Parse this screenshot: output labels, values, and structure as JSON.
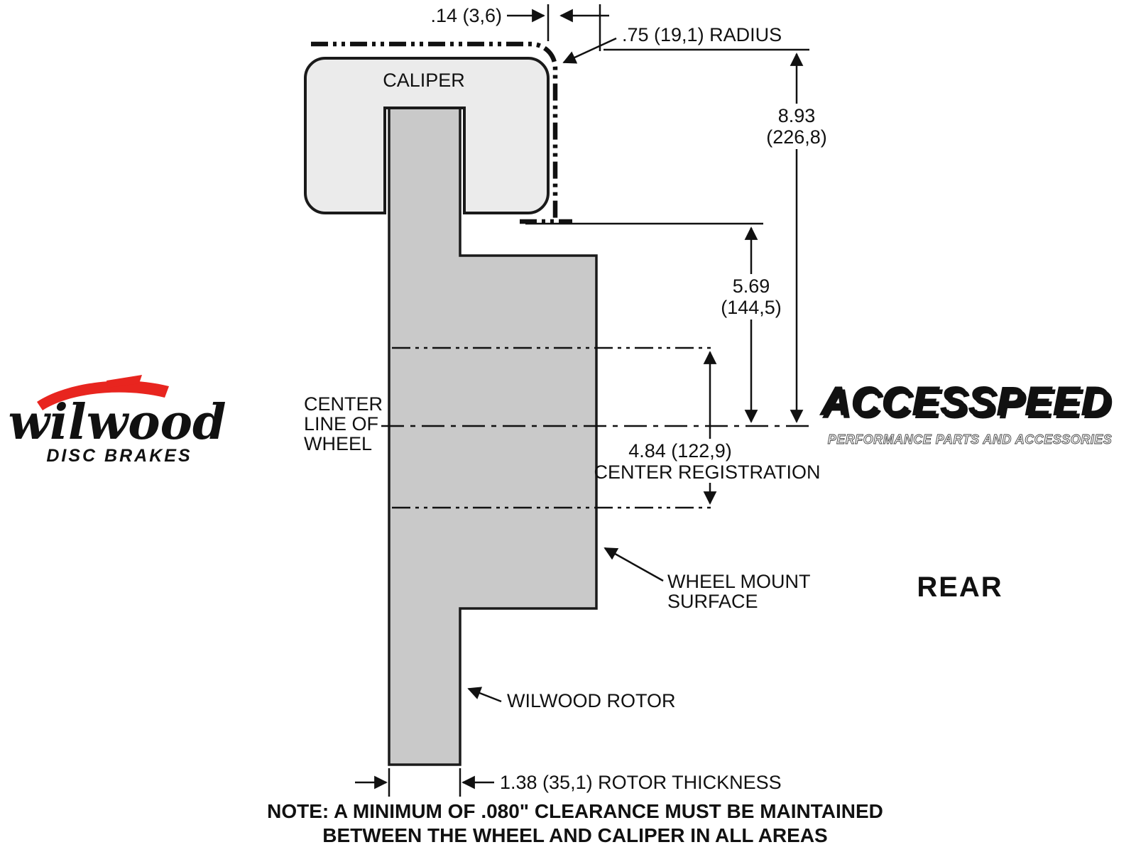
{
  "diagram": {
    "caliper_label": "CALIPER",
    "dim_top_gap": ".14 (3,6)",
    "dim_radius": ".75 (19,1) RADIUS",
    "dim_overall_in": "8.93",
    "dim_overall_mm": "(226,8)",
    "dim_mount_in": "5.69",
    "dim_mount_mm": "(144,5)",
    "dim_registration": "4.84 (122,9)",
    "dim_registration_label": "CENTER REGISTRATION",
    "centerline_line1": "CENTER",
    "centerline_line2": "LINE OF",
    "centerline_line3": "WHEEL",
    "wheel_mount_line1": "WHEEL MOUNT",
    "wheel_mount_line2": "SURFACE",
    "rotor_callout": "WILWOOD ROTOR",
    "rotor_thickness": "1.38 (35,1) ROTOR THICKNESS",
    "note_line1": "NOTE: A MINIMUM OF .080\" CLEARANCE MUST BE MAINTAINED",
    "note_line2": "BETWEEN THE WHEEL AND CALIPER IN ALL AREAS",
    "view_label": "REAR"
  },
  "logos": {
    "wilwood": "wilwood",
    "wilwood_sub": "DISC BRAKES",
    "accesspeed": "ACCESSPEED",
    "accesspeed_sub": "PERFORMANCE PARTS AND ACCESSORIES"
  },
  "colors": {
    "caliper_fill": "#ebebeb",
    "rotor_fill": "#c9c9c9",
    "line": "#1a1a1a",
    "wilwood_red": "#e8251f"
  }
}
